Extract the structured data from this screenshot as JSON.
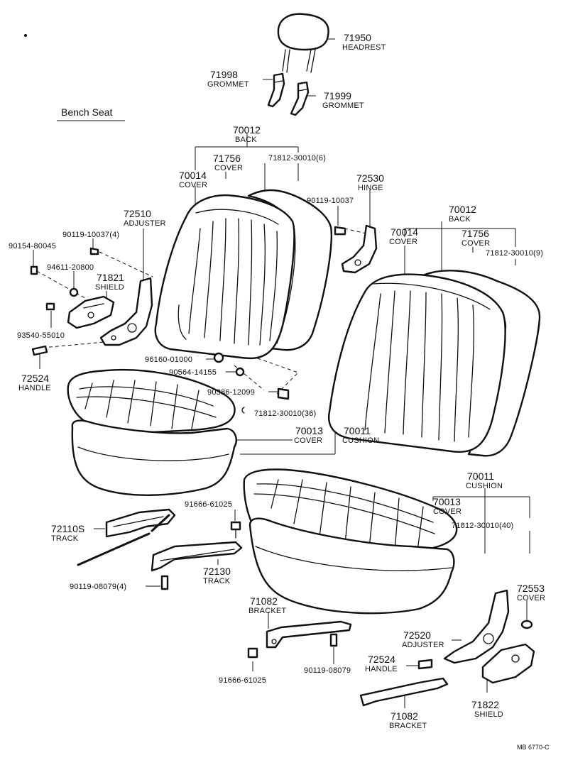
{
  "section_title": "Bench Seat",
  "drawing_code": "MB 6770-C",
  "labels": [
    {
      "id": "headrest",
      "number": "71950",
      "name": "HEADREST"
    },
    {
      "id": "grommet-a",
      "number": "71998",
      "name": "GROMMET"
    },
    {
      "id": "grommet-b",
      "number": "71999",
      "name": "GROMMET"
    },
    {
      "id": "bench-back",
      "number": "70012",
      "name": "BACK"
    },
    {
      "id": "bench-back-cover-clip-cover",
      "number": "71756",
      "name": "COVER"
    },
    {
      "id": "bench-back-clip",
      "number": "71812-30010(6)",
      "name": ""
    },
    {
      "id": "bench-back-cover",
      "number": "70014",
      "name": "COVER"
    },
    {
      "id": "hinge",
      "number": "72530",
      "name": "HINGE"
    },
    {
      "id": "hinge-bolt",
      "number": "90119-10037",
      "name": ""
    },
    {
      "id": "bucket-back",
      "number": "70012",
      "name": "BACK"
    },
    {
      "id": "bucket-back-cover",
      "number": "70014",
      "name": "COVER"
    },
    {
      "id": "bucket-back-clip-cover",
      "number": "71756",
      "name": "COVER"
    },
    {
      "id": "bucket-back-clip",
      "number": "71812-30010(9)",
      "name": ""
    },
    {
      "id": "bench-adjuster",
      "number": "72510",
      "name": "ADJUSTER"
    },
    {
      "id": "adjuster-bolt",
      "number": "90119-10037(4)",
      "name": ""
    },
    {
      "id": "screw-a",
      "number": "90154-80045",
      "name": ""
    },
    {
      "id": "nut-a",
      "number": "94611-20800",
      "name": ""
    },
    {
      "id": "bench-shield",
      "number": "71821",
      "name": "SHIELD"
    },
    {
      "id": "screw-b",
      "number": "93540-55010",
      "name": ""
    },
    {
      "id": "bench-handle",
      "number": "72524",
      "name": "HANDLE"
    },
    {
      "id": "cap-a",
      "number": "96160-01000",
      "name": ""
    },
    {
      "id": "washer-a",
      "number": "90564-14155",
      "name": ""
    },
    {
      "id": "bushing-a",
      "number": "90386-12099",
      "name": ""
    },
    {
      "id": "bench-cushion-clip",
      "number": "71812-30010(36)",
      "name": ""
    },
    {
      "id": "bench-cushion-cover",
      "number": "70013",
      "name": "COVER"
    },
    {
      "id": "bench-cushion",
      "number": "70011",
      "name": "CUSHION"
    },
    {
      "id": "bucket-cushion",
      "number": "70011",
      "name": "CUSHION"
    },
    {
      "id": "bucket-cushion-cover",
      "number": "70013",
      "name": "COVER"
    },
    {
      "id": "bucket-cushion-clip",
      "number": "71812-30010(40)",
      "name": ""
    },
    {
      "id": "track-bolt-a",
      "number": "91666-61025",
      "name": ""
    },
    {
      "id": "track-a",
      "number": "72110S",
      "name": "TRACK"
    },
    {
      "id": "track-b",
      "number": "72130",
      "name": "TRACK"
    },
    {
      "id": "track-bolt-b",
      "number": "90119-08079(4)",
      "name": ""
    },
    {
      "id": "bracket-a",
      "number": "71082",
      "name": "BRACKET"
    },
    {
      "id": "bracket-bolt-a",
      "number": "91666-61025",
      "name": ""
    },
    {
      "id": "bracket-bolt-b",
      "number": "90119-08079",
      "name": ""
    },
    {
      "id": "bucket-cover-cap",
      "number": "72553",
      "name": "COVER"
    },
    {
      "id": "bucket-adjuster",
      "number": "72520",
      "name": "ADJUSTER"
    },
    {
      "id": "bucket-handle",
      "number": "72524",
      "name": "HANDLE"
    },
    {
      "id": "bracket-b",
      "number": "71082",
      "name": "BRACKET"
    },
    {
      "id": "bucket-shield",
      "number": "71822",
      "name": "SHIELD"
    }
  ]
}
